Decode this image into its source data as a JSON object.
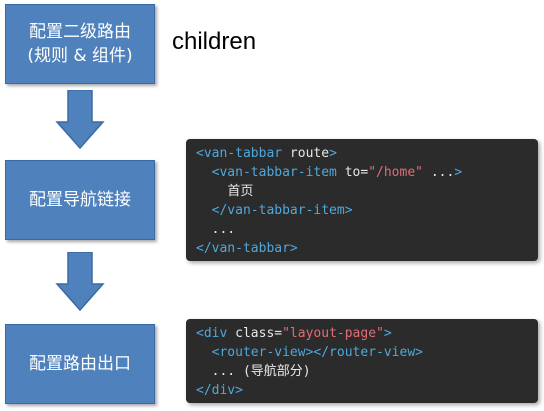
{
  "steps": [
    {
      "line1": "配置二级路由",
      "line2": "(规则 & 组件)"
    },
    {
      "line1": "配置导航链接",
      "line2": ""
    },
    {
      "line1": "配置路由出口",
      "line2": ""
    }
  ],
  "label": "children",
  "code1": {
    "l1": {
      "a": "<van-tabbar",
      "b": " route",
      "c": ">"
    },
    "l2": {
      "a": "<van-tabbar-item",
      "b": " to=",
      "c": "\"/home\"",
      "d": " ...",
      "e": ">"
    },
    "l3": "首页",
    "l4": "</van-tabbar-item>",
    "l5": "...",
    "l6": "</van-tabbar>"
  },
  "code2": {
    "l1": {
      "a": "<div",
      "b": " class=",
      "c": "\"layout-page\"",
      "d": ">"
    },
    "l2": "<router-view></router-view>",
    "l3": "... (导航部分)",
    "l4": "</div>"
  },
  "colors": {
    "box": "#4f81bd",
    "code_bg": "#2b2b2b",
    "tag": "#4fa8dc",
    "string": "#e06c75"
  }
}
